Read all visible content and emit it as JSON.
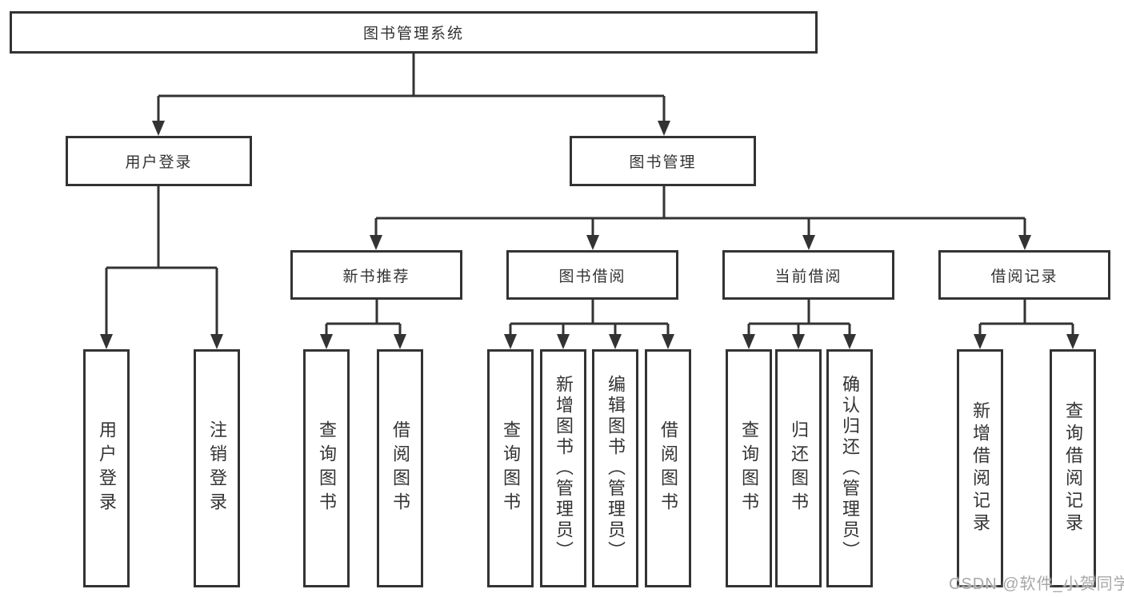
{
  "diagram": {
    "root": {
      "label": "图书管理系统"
    },
    "level2": {
      "user_login": {
        "label": "用户登录"
      },
      "book_mgmt": {
        "label": "图书管理"
      }
    },
    "level3": {
      "new_book": {
        "label": "新书推荐"
      },
      "book_borrow": {
        "label": "图书借阅"
      },
      "current_borrow": {
        "label": "当前借阅"
      },
      "borrow_record": {
        "label": "借阅记录"
      }
    },
    "leaves": {
      "user_login": [
        "用户登录",
        "注销登录"
      ],
      "new_book": [
        "查询图书",
        "借阅图书"
      ],
      "book_borrow": [
        "查询图书",
        "新增图书（管理员）",
        "编辑图书（管理员）",
        "借阅图书"
      ],
      "current_borrow": [
        "查询图书",
        "归还图书",
        "确认归还（管理员）"
      ],
      "borrow_record": [
        "新增借阅记录",
        "查询借阅记录"
      ]
    }
  },
  "watermark": "CSDN @软件_小贺同学",
  "colors": {
    "line": "#333333",
    "box_fill": "#ffffff",
    "text": "#333333",
    "watermark": "#a8a8a8"
  }
}
